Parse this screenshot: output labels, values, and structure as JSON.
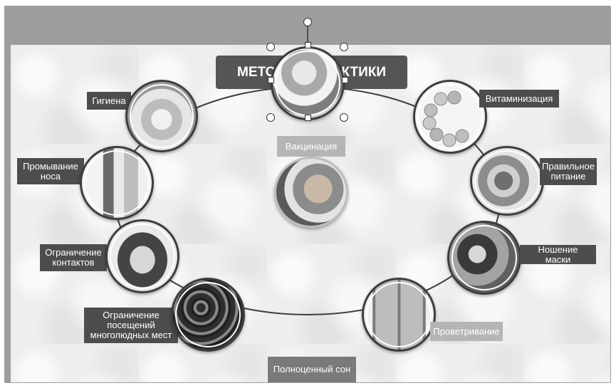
{
  "title": {
    "left": "МЕТОД",
    "right": "КТИКИ"
  },
  "labels": {
    "hygiene": "Гигиена",
    "nose": "Промывание носа",
    "contacts": "Ограничение контактов",
    "crowds": "Ограничение посещений многолюдных мест",
    "vaccination": "Вакцинация",
    "vitamins": "Витаминизация",
    "nutrition": "Правильное питание",
    "mask": "Ношение маски",
    "airing": "Проветривание",
    "sleep": "Полноценный сон"
  },
  "colors": {
    "slide_bg": "#9d9d9d",
    "canvas_bg": "#eeeeee",
    "label_dark": "#4d4d4d",
    "label_light": "#b5b5b5"
  }
}
